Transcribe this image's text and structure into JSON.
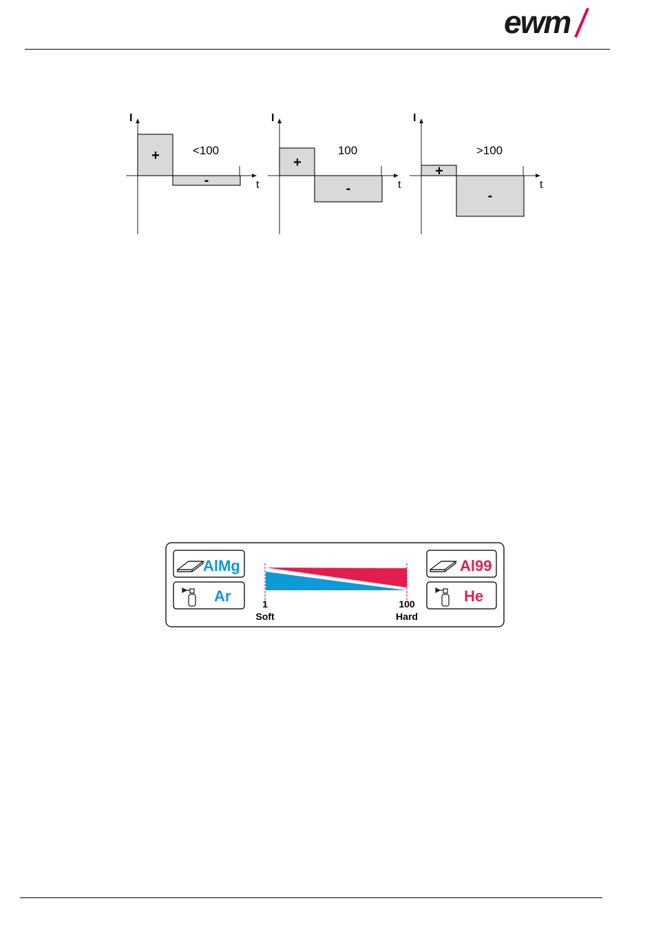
{
  "brand": {
    "logo_text": "ewm",
    "logo_color": "#1a1a1a",
    "accent": "#e3004f"
  },
  "waveforms": [
    {
      "label": "<100",
      "positive_sign": "+",
      "negative_sign": "-",
      "y_axis_label": "I",
      "x_axis_label": "t",
      "positive_level": 60,
      "negative_level": 14
    },
    {
      "label": "100",
      "positive_sign": "+",
      "negative_sign": "-",
      "y_axis_label": "I",
      "x_axis_label": "t",
      "positive_level": 40,
      "negative_level": 38
    },
    {
      "label": ">100",
      "positive_sign": "+",
      "negative_sign": "-",
      "y_axis_label": "I",
      "x_axis_label": "t",
      "positive_level": 15,
      "negative_level": 59
    }
  ],
  "panel": {
    "left_material": "AlMg",
    "left_gas": "Ar",
    "right_material": "Al99",
    "right_gas": "He",
    "scale_min": "1",
    "scale_max": "100",
    "scale_min_label": "Soft",
    "scale_max_label": "Hard",
    "left_color": "#0c9ad9",
    "right_color": "#e31e4f",
    "material_icon": "workpiece-plate-icon",
    "gas_icon": "gas-cylinder-icon"
  }
}
